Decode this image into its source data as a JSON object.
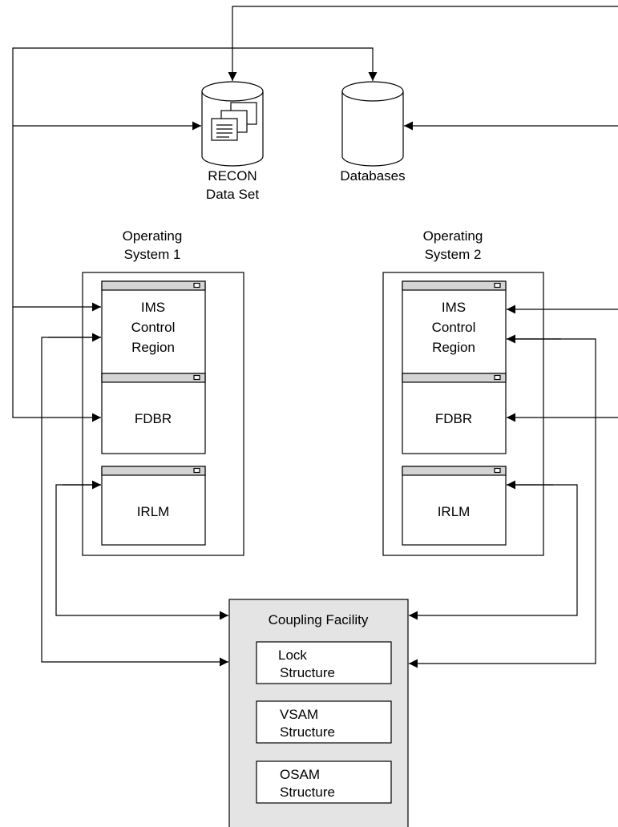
{
  "recon": {
    "line1": "RECON",
    "line2": "Data Set"
  },
  "databases": {
    "label": "Databases"
  },
  "os1": {
    "title_line1": "Operating",
    "title_line2": "System 1",
    "ims": [
      "IMS",
      "Control",
      "Region"
    ],
    "fdbr": "FDBR",
    "irlm": "IRLM"
  },
  "os2": {
    "title_line1": "Operating",
    "title_line2": "System 2",
    "ims": [
      "IMS",
      "Control",
      "Region"
    ],
    "fdbr": "FDBR",
    "irlm": "IRLM"
  },
  "coupling": {
    "title": "Coupling Facility",
    "lock": [
      "Lock",
      "Structure"
    ],
    "vsam": [
      "VSAM",
      "Structure"
    ],
    "osam": [
      "OSAM",
      "Structure"
    ]
  }
}
